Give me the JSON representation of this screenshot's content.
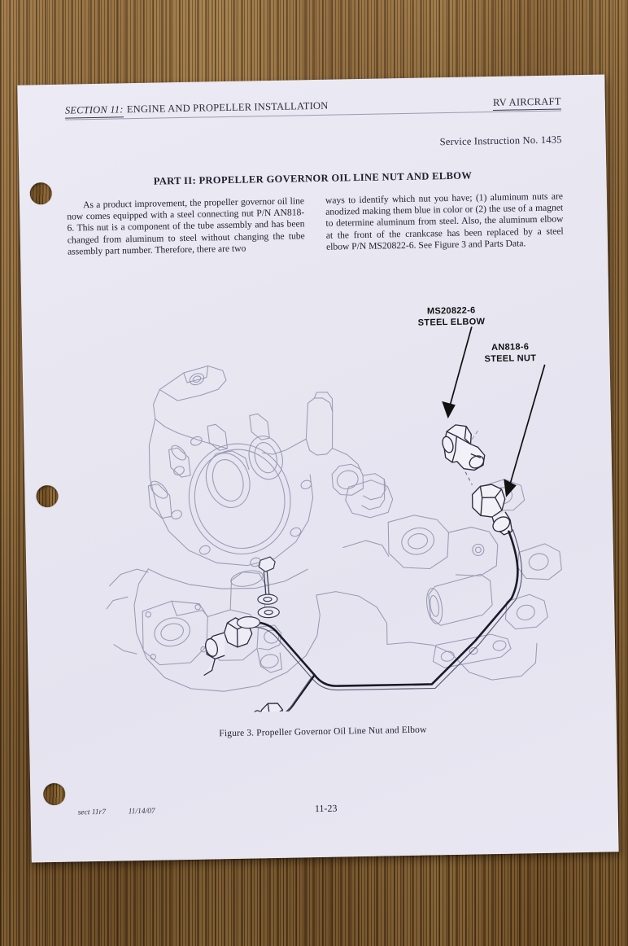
{
  "document": {
    "header": {
      "section_label": "SECTION 11:",
      "section_title": "ENGINE AND PROPELLER INSTALLATION",
      "publisher": "RV AIRCRAFT"
    },
    "service_instruction": "Service Instruction No. 1435",
    "part_title": "PART II:  PROPELLER GOVERNOR OIL LINE NUT AND ELBOW",
    "body": {
      "column_left": "As a product improvement, the propeller governor oil line now comes equipped with a steel connecting nut P/N AN818-6. This nut is a component of the tube assembly and has been changed from aluminum to steel without changing the tube assembly part number. Therefore, there are two",
      "column_right": "ways to identify which nut you have; (1) aluminum nuts are anodized making them blue in color or  (2) the use of a magnet to determine aluminum from steel. Also, the aluminum elbow at the front of the crankcase has been replaced by a steel elbow P/N MS20822-6. See Figure 3 and Parts Data."
    },
    "figure": {
      "callout_elbow": "MS20822-6\nSTEEL ELBOW",
      "callout_nut": "AN818-6\nSTEEL NUT",
      "caption": "Figure 3. Propeller Governor Oil Line Nut and Elbow"
    },
    "footer": {
      "section_code": "sect 11r7",
      "date": "11/14/07",
      "page_number": "11-23"
    },
    "colors": {
      "paper": "#e8e6f1",
      "ink": "#20202e",
      "line_art": "#9a9ab4",
      "tube": "#1a1a28",
      "desk": "#8a6434"
    }
  }
}
